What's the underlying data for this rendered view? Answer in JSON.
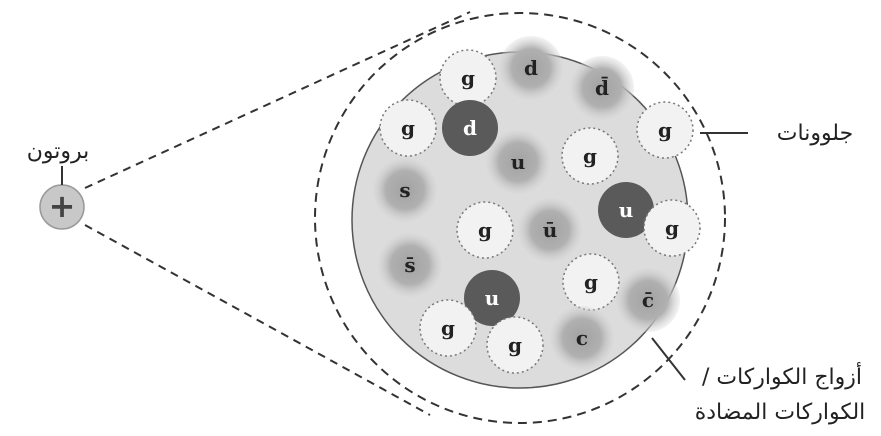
{
  "labels": {
    "proton": "بروتون",
    "gluons": "جلوونات",
    "pairs_line1": "أزواج الكواركات /",
    "pairs_line2": "الكواركات المضادة"
  },
  "proton_symbol": "+",
  "particles": [
    {
      "id": "g-top-left",
      "label": "g",
      "kind": "gluon"
    },
    {
      "id": "d-sea-top",
      "label": "d",
      "kind": "sea"
    },
    {
      "id": "dbar-top",
      "label": "d̄",
      "kind": "sea"
    },
    {
      "id": "g-left",
      "label": "g",
      "kind": "gluon"
    },
    {
      "id": "d-valence",
      "label": "d",
      "kind": "valence"
    },
    {
      "id": "g-right-top",
      "label": "g",
      "kind": "gluon"
    },
    {
      "id": "u-sea",
      "label": "u",
      "kind": "sea"
    },
    {
      "id": "g-center",
      "label": "g",
      "kind": "gluon"
    },
    {
      "id": "s-sea",
      "label": "s",
      "kind": "sea"
    },
    {
      "id": "u-valence-right",
      "label": "u",
      "kind": "valence"
    },
    {
      "id": "g-mid-left",
      "label": "g",
      "kind": "gluon"
    },
    {
      "id": "ubar",
      "label": "ū",
      "kind": "sea"
    },
    {
      "id": "g-right",
      "label": "g",
      "kind": "gluon"
    },
    {
      "id": "sbar",
      "label": "s̄",
      "kind": "sea"
    },
    {
      "id": "g-lower-center",
      "label": "g",
      "kind": "gluon"
    },
    {
      "id": "cbar",
      "label": "c̄",
      "kind": "sea"
    },
    {
      "id": "u-valence-bottom",
      "label": "u",
      "kind": "valence"
    },
    {
      "id": "g-bottom-left",
      "label": "g",
      "kind": "gluon"
    },
    {
      "id": "g-bottom",
      "label": "g",
      "kind": "gluon"
    },
    {
      "id": "c-sea",
      "label": "c",
      "kind": "sea"
    }
  ],
  "colors": {
    "background_disk": "#dcdcdc",
    "sea_quark": "#a9a9a9",
    "valence_quark": "#5a5a5a",
    "gluon_fill": "#f2f2f2",
    "proton_symbol_bg": "#c8c8c8",
    "line": "#333333"
  }
}
